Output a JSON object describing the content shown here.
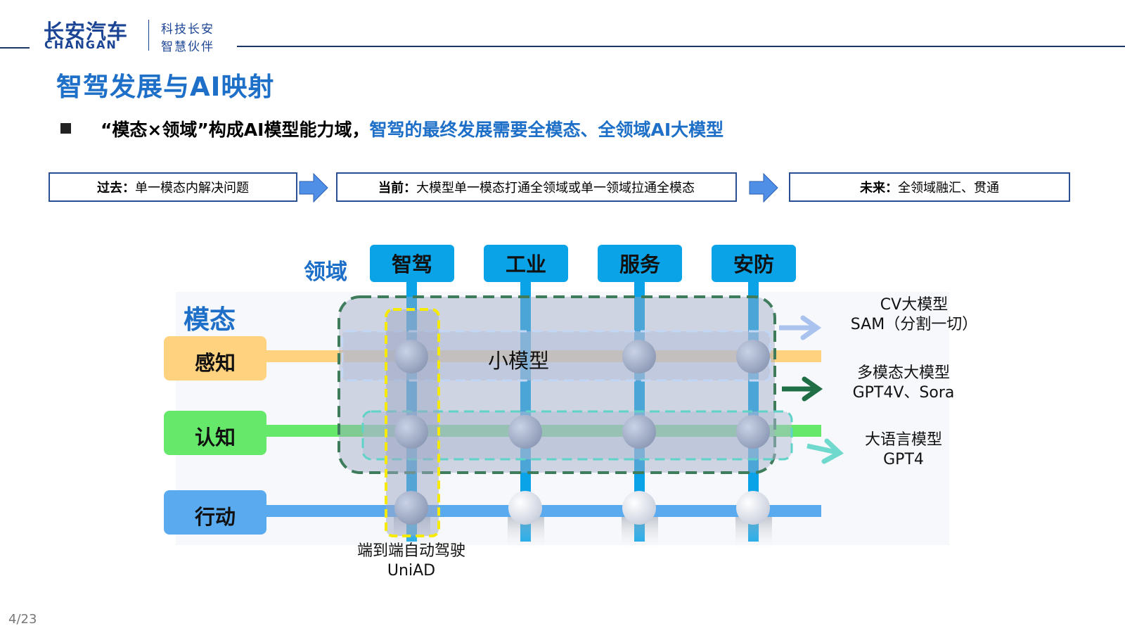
{
  "header": {
    "logo_cn": "长安汽车",
    "logo_en": "CHANGAN",
    "slogan_line1": "科技长安",
    "slogan_line2": "智慧伙伴"
  },
  "title": "智驾发展与AI映射",
  "bullet": {
    "part1": "“模态×领域”构成AI模型能力域，",
    "part2": "智驾的最终发展需要全模态、全领域AI大模型"
  },
  "timeline": [
    {
      "label": "过去：",
      "text": "单一模态内解决问题"
    },
    {
      "label": "当前：",
      "text": "大模型单一模态打通全领域或单一领域拉通全模态"
    },
    {
      "label": "未来：",
      "text": "全领域融汇、贯通"
    }
  ],
  "diagram": {
    "domain_axis_label": "领域",
    "modality_axis_label": "模态",
    "domains": [
      "智驾",
      "工业",
      "服务",
      "安防"
    ],
    "modalities": [
      "感知",
      "认知",
      "行动"
    ],
    "small_model_label": "小模型",
    "annotations": {
      "cv": [
        "CV大模型",
        "SAM（分割一切）"
      ],
      "multimodal": [
        "多模态大模型",
        "GPT4V、Sora"
      ],
      "llm": [
        "大语言模型",
        "GPT4"
      ],
      "end_to_end": [
        "端到端自动驾驶",
        "UniAD"
      ]
    },
    "colors": {
      "domain": "#0aa3e8",
      "perception": "#ffd27f",
      "cognition": "#66e86b",
      "action": "#5aaaf0",
      "multimodal_border": "#3e7c5c",
      "end_to_end_border": "#f5ea00",
      "llm_border": "#5fd3c8"
    }
  },
  "footer": {
    "page": "4/23"
  }
}
